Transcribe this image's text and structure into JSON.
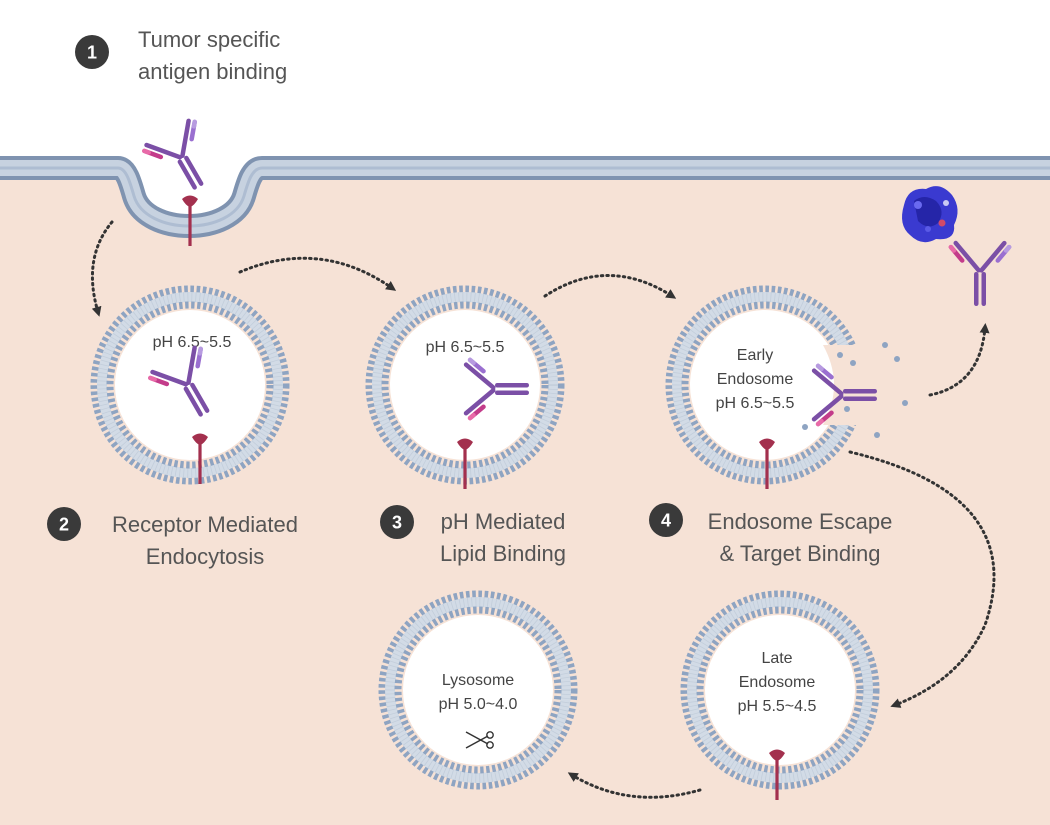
{
  "steps": [
    {
      "number": "1",
      "line1": "Tumor specific",
      "line2": "antigen binding"
    },
    {
      "number": "2",
      "line1": "Receptor Mediated",
      "line2": "Endocytosis"
    },
    {
      "number": "3",
      "line1": "pH Mediated",
      "line2": "Lipid Binding"
    },
    {
      "number": "4",
      "line1": "Endosome Escape",
      "line2": "& Target Binding"
    }
  ],
  "vesicles": {
    "v1": {
      "label": "pH 6.5~5.5"
    },
    "v2": {
      "label": "pH 6.5~5.5"
    },
    "v3": {
      "line1": "Early",
      "line2": "Endosome",
      "line3": "pH 6.5~5.5"
    },
    "v4": {
      "line1": "Late",
      "line2": "Endosome",
      "line3": "pH 5.5~4.5"
    },
    "v5": {
      "line1": "Lysosome",
      "line2": "pH 5.0~4.0"
    }
  },
  "icons": [
    "antibody-icon",
    "receptor-icon",
    "target-protein-icon",
    "scissors-icon"
  ],
  "colors": {
    "cytoplasm": "#f6e2d6",
    "membrane": "#9fb3cc",
    "lipid_head": "#8ea4c2",
    "antibody_purple": "#7b4fa6",
    "antibody_magenta": "#c33c8a",
    "receptor": "#a3304e",
    "arrow": "#333333",
    "step_circle": "#3a3a3a"
  }
}
